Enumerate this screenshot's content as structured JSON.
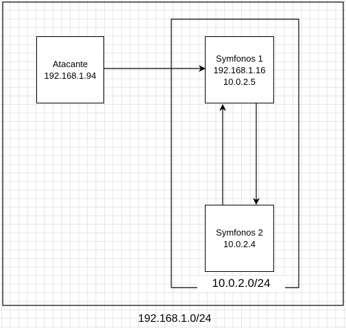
{
  "nodes": {
    "atacante": {
      "name": "Atacante",
      "ip": "192.168.1.94"
    },
    "symfonos1": {
      "name": "Symfonos 1",
      "ip1": "192.168.1.16",
      "ip2": "10.0.2.5"
    },
    "symfonos2": {
      "name": "Symfonos 2",
      "ip": "10.0.2.4"
    }
  },
  "networks": {
    "internal": "10.0.2.0/24",
    "external": "192.168.1.0/24"
  },
  "edges": [
    {
      "from": "Atacante",
      "to": "Symfonos 1"
    },
    {
      "from": "Symfonos 1",
      "to": "Symfonos 2"
    },
    {
      "from": "Symfonos 2",
      "to": "Symfonos 1"
    }
  ]
}
